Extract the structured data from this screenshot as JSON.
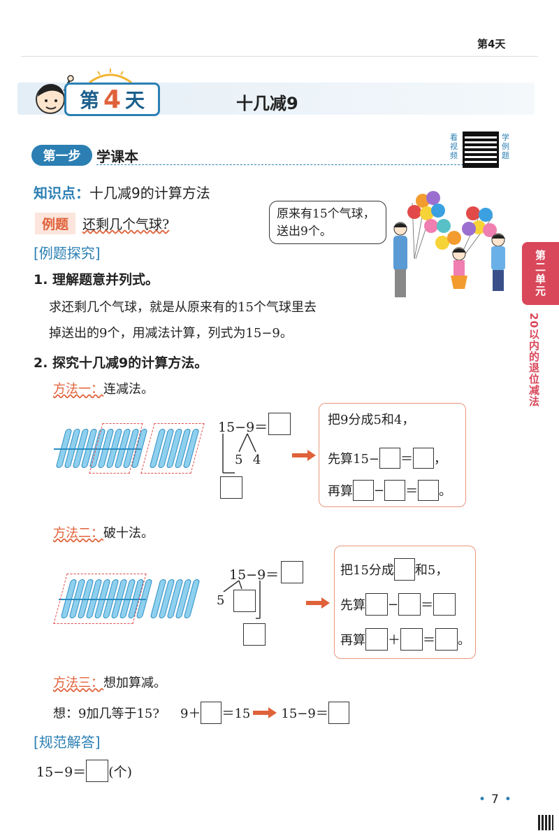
{
  "header": {
    "day_label": "第4天"
  },
  "title_banner": {
    "di": "第",
    "num": "4",
    "tian": "天",
    "title": "十几减9"
  },
  "section": {
    "step_badge": "第一步",
    "step_title": "学课本",
    "qr_left": "看视频",
    "qr_right": "学例题"
  },
  "knowledge": {
    "label": "知识点：",
    "text": "十几减9的计算方法"
  },
  "example": {
    "badge": "例题",
    "question": "还剩几个气球?",
    "bubble_line1": "原来有15个气球，",
    "bubble_line2": "送出9个。"
  },
  "explore": {
    "heading": "[例题探究]",
    "step1_title": "1. 理解题意并列式。",
    "step1_line1": "求还剩几个气球，就是从原来有的15个气球里去",
    "step1_line2": "掉送出的9个，用减法计算，列式为15−9。",
    "step2_title": "2. 探究十几减9的计算方法。"
  },
  "method1": {
    "label": "方法一：",
    "name": "连减法。",
    "equation": "15−9＝",
    "split_a": "5",
    "split_b": "4",
    "box_line1": "把9分成5和4，",
    "box_line2_pre": "先算15−",
    "box_line2_mid": "＝",
    "box_line2_post": "，",
    "box_line3_pre": "再算",
    "box_line3_minus": "−",
    "box_line3_eq": "＝",
    "box_line3_post": "。"
  },
  "method2": {
    "label": "方法二：",
    "name": "破十法。",
    "equation": "15−9＝",
    "split_a": "5",
    "box_line1_pre": "把15分成",
    "box_line1_post": "和5，",
    "box_line2_pre": "先算",
    "box_line2_minus": "−",
    "box_line2_eq": "＝",
    "box_line3_pre": "再算",
    "box_line3_plus": "＋",
    "box_line3_eq": "＝",
    "box_line3_post": "。"
  },
  "method3": {
    "label": "方法三：",
    "name": "想加算减。",
    "think": "想：9加几等于15?",
    "add_pre": "9＋",
    "add_post": "＝15",
    "sub_pre": "15−9＝"
  },
  "answer": {
    "heading": "[规范解答]",
    "equation": "15−9＝",
    "unit": "(个)"
  },
  "side_tab": {
    "unit": "第二单元",
    "topic": "20以内的退位减法"
  },
  "footer": {
    "page": "7"
  },
  "colors": {
    "accent_blue": "#2b7fb3",
    "accent_orange": "#e0623a",
    "tab_red": "#d9475a",
    "stick_blue": "#8ed0ee"
  }
}
